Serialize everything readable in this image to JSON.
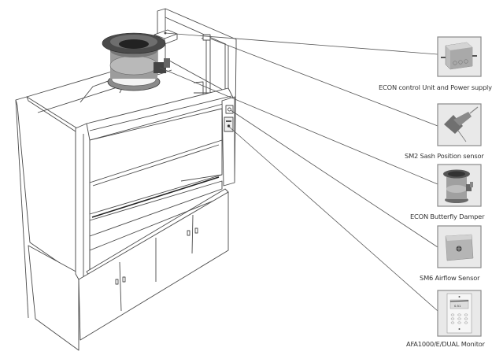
{
  "diagram": {
    "subject": "Laboratory fume hood with airflow control components",
    "components": [
      {
        "id": "econ-control-unit",
        "label": "ECON control Unit and Power supply",
        "icon": "control-box-icon"
      },
      {
        "id": "sm2-sash-sensor",
        "label": "SM2 Sash Position sensor",
        "icon": "sash-sensor-icon"
      },
      {
        "id": "econ-butterfly-damper",
        "label": "ECON Butterfly Damper",
        "icon": "butterfly-damper-icon"
      },
      {
        "id": "sm6-airflow-sensor",
        "label": "SM6 Airflow Sensor",
        "icon": "airflow-sensor-icon"
      },
      {
        "id": "afa1000-monitor",
        "label": "AFA1000/E/DUAL Monitor",
        "icon": "monitor-panel-icon"
      }
    ],
    "monitor_display_text": "0.51"
  },
  "colors": {
    "line": "#555555",
    "thumb_border": "#8a8a8a",
    "thumb_bg": "#e9e9e9",
    "caption": "#333333",
    "damper_dark": "#3a3a3a"
  }
}
